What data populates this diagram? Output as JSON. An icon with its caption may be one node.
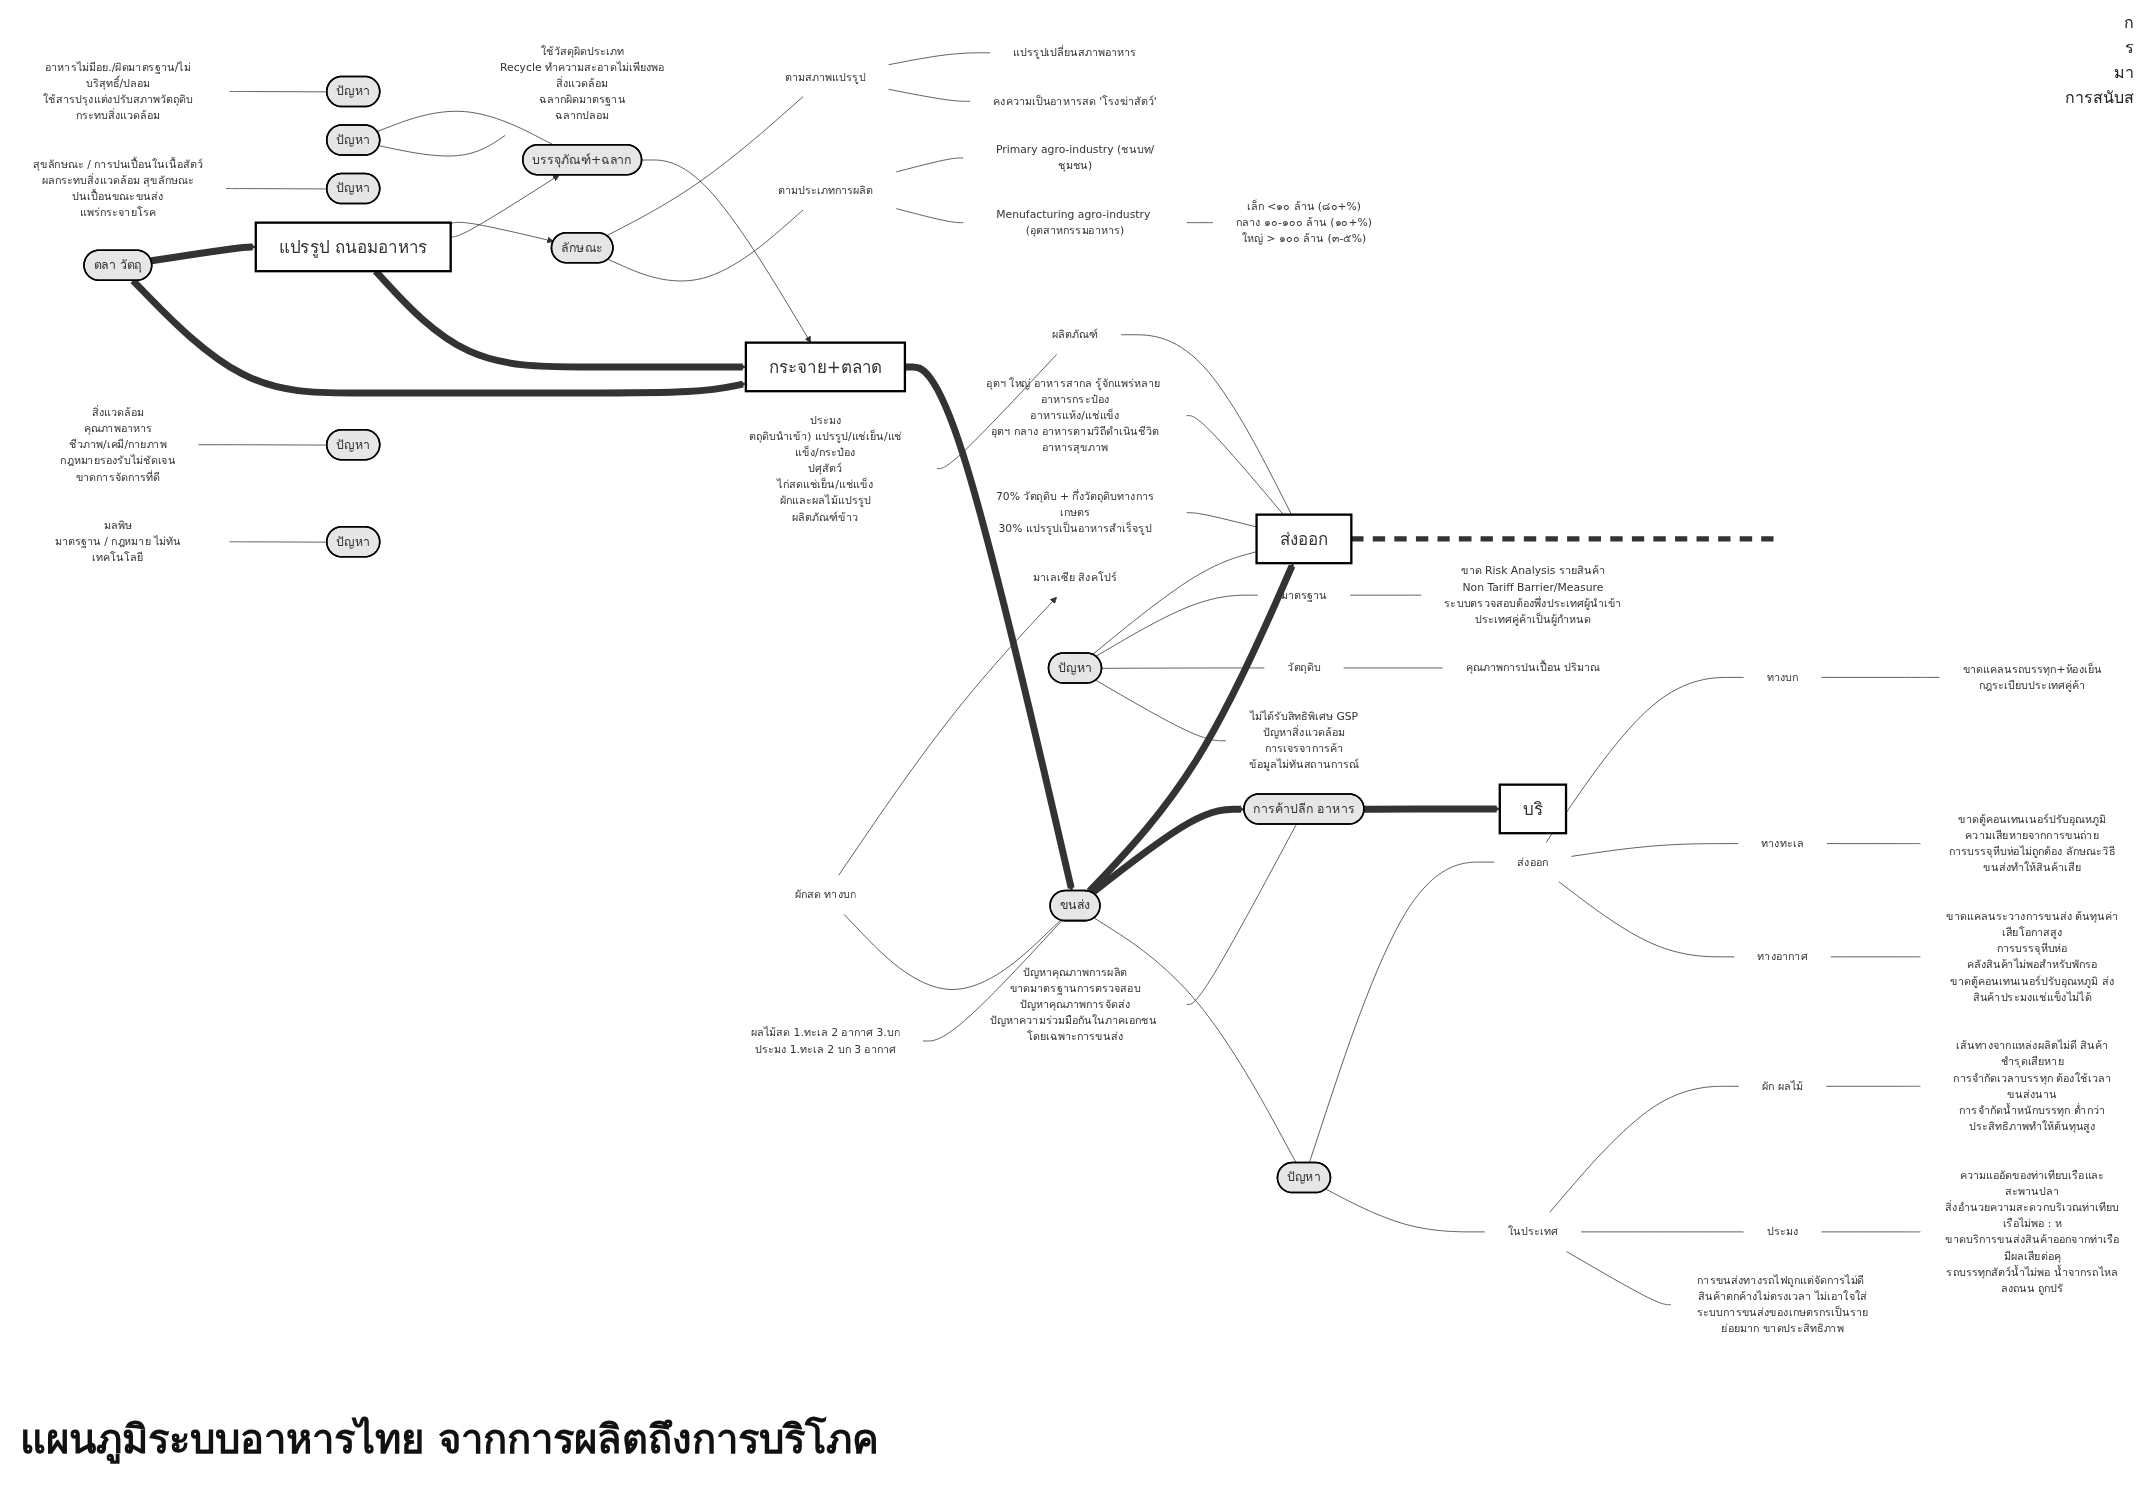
{
  "diagram": {
    "title": "แผนภูมิระบบอาหารไทย จากการผลิตถึงการบริโภค",
    "nodes": [
      {
        "text": [
          "แปรรูป ถนอมอาหาร"
        ]
      },
      {
        "text": [
          "ลักษณะ"
        ]
      },
      {
        "text": [
          "บรรจุภัณฑ์+ฉลาก"
        ]
      },
      {
        "text": [
          "ปัญหา"
        ]
      },
      {
        "text": [
          "ใช้วัสดุผิดประเภท",
          "Recycle ทำความสะอาดไม่เพียงพอ",
          "สิ่งแวดล้อม",
          "ฉลากผิดมาตรฐาน",
          "ฉลากปลอม"
        ]
      },
      {
        "text": [
          "ตลา วัตถุ"
        ]
      },
      {
        "text": [
          "กระจาย+ตลาด"
        ]
      },
      {
        "text": [
          "ขนส่ง"
        ]
      },
      {
        "text": [
          "ส่งออก"
        ]
      },
      {
        "text": [
          "การค้าปลีก อาหาร"
        ]
      },
      {
        "text": [
          "บริ"
        ]
      },
      {
        "text": [
          "ตามสภาพแปรรูป"
        ]
      },
      {
        "text": [
          "ตามประเภทการผลิต"
        ]
      },
      {
        "text": [
          "แปรรูปเปลี่ยนสภาพอาหาร"
        ]
      },
      {
        "text": [
          "คงความเป็นอาหารสด 'โรงฆ่าสัตว์'"
        ]
      },
      {
        "text": [
          "ปัญหา"
        ]
      },
      {
        "text": [
          "อาหารไม่มีอย./ผิดมาตรฐาน/ไม่บริสุทธิ์/ปลอม",
          "ใช้สารปรุงแต่งปรับสภาพวัตถุดิบ",
          "กระทบสิ่งแวดล้อม"
        ]
      },
      {
        "text": [
          "ปัญหา"
        ]
      },
      {
        "text": [
          "สุขลักษณะ / การปนเปื้อนในเนื้อสัตว์",
          "ผลกระทบสิ่งแวดล้อม สุขลักษณะ",
          "ปนเปื้อนขณะขนส่ง",
          "แพร่กระจายโรค"
        ]
      },
      {
        "text": [
          "Primary agro-industry (ชนบท/ชุมชน)"
        ]
      },
      {
        "text": [
          "Menufacturing agro-industry (อุตสาหกรรมอาหาร)"
        ]
      },
      {
        "text": [
          "ปัญหา"
        ]
      },
      {
        "text": [
          "สิ่งแวดล้อม",
          "คุณภาพอาหาร",
          "ชีวภาพ/เคมี/กายภาพ",
          "กฎหมายรองรับไม่ชัดเจน",
          "ขาดการจัดการที่ดี"
        ]
      },
      {
        "text": [
          "ปัญหา"
        ]
      },
      {
        "text": [
          "มลพิษ",
          "มาตรฐาน / กฎหมาย ไม่ทันเทคโนโลยี"
        ]
      },
      {
        "text": [
          "เล็ก <๑๐ ล้าน (๘๐+%)",
          "กลาง ๑๐-๑๐๐ ล้าน (๑๐+%)",
          "ใหญ่ > ๑๐๐ ล้าน (๓-๕%)"
        ]
      },
      {
        "text": [
          "อุตฯ ใหญ่ อาหารสากล รู้จักแพร่หลาย อาหารกระป๋อง",
          "อาหารแห้ง/แช่แข็ง",
          "อุตฯ กลาง อาหารตามวิถีดำเนินชีวิต",
          "อาหารสุขภาพ"
        ]
      },
      {
        "text": [
          "70% วัตถุดิบ + กึ่งวัตถุดิบทางการเกษตร",
          "30% แปรรูปเป็นอาหารสำเร็จรูป"
        ]
      },
      {
        "text": [
          "ผลิตภัณฑ์"
        ]
      },
      {
        "text": [
          "ประมง",
          "ตถุดิบนำเข้า) แปรรูป/แช่เย็น/แช่แข็ง/กระป๋อง",
          "ปศุสัตว์",
          "ไก่สดแช่เย็น/แช่แข็ง",
          "ผักและผลไม้แปรรูป",
          "ผลิตภัณฑ์ข้าว"
        ]
      },
      {
        "text": [
          "ปัญหา"
        ]
      },
      {
        "text": [
          "มาตรฐาน"
        ]
      },
      {
        "text": [
          "วัตถุดิบ"
        ]
      },
      {
        "text": [
          "ไม่ได้รับสิทธิพิเศษ GSP",
          "ปัญหาสิ่งแวดล้อม",
          "การเจรจาการค้า",
          "ข้อมูลไม่ทันสถานการณ์"
        ]
      },
      {
        "text": [
          "ขาด Risk Analysis รายสินค้า",
          "Non Tariff Barrier/Measure",
          "ระบบตรวจสอบต้องพึ่งประเทศผู้นำเข้า",
          "ประเทศคู่ค้าเป็นผู้กำหนด"
        ]
      },
      {
        "text": [
          "คุณภาพการปนเปื้อน ปริมาณ"
        ]
      },
      {
        "text": [
          "มาเลเซีย สิงคโปร์"
        ]
      },
      {
        "text": [
          "ผักสด ทางบก"
        ]
      },
      {
        "text": [
          "ผลไม้สด 1.ทะเล 2 อากาศ 3.บก",
          "ประมง 1.ทะเล 2 บก 3 อากาศ"
        ]
      },
      {
        "text": [
          "ปัญหา"
        ]
      },
      {
        "text": [
          "ส่งออก"
        ]
      },
      {
        "text": [
          "ในประเทศ"
        ]
      },
      {
        "text": [
          "ทางบก"
        ]
      },
      {
        "text": [
          "ทางทะเล"
        ]
      },
      {
        "text": [
          "ทางอากาศ"
        ]
      },
      {
        "text": [
          "ขาดแคลนรถบรรทุก+ห้องเย็น",
          "กฎระเบียบประเทศคู่ค้า"
        ]
      },
      {
        "text": [
          "ขาดตู้คอนเทนเนอร์ปรับอุณหภูมิ",
          "ความเสียหายจากการขนถ่าย",
          "การบรรจุหีบห่อไม่ถูกต้อง ลักษณะวิธีขนส่งทำให้สินค้าเสีย"
        ]
      },
      {
        "text": [
          "ขาดแคลนระวางการขนส่ง ต้นทุนค่าเสียโอกาสสูง",
          "การบรรจุหีบห่อ",
          "คลังสินค้าไม่พอสำหรับพักรอ",
          "ขาดตู้คอนเทนเนอร์ปรับอุณหภูมิ ส่งสินค้าประมงแช่แข็งไม่ได้"
        ]
      },
      {
        "text": [
          "ผัก ผลไม้"
        ]
      },
      {
        "text": [
          "ประมง"
        ]
      },
      {
        "text": [
          "การขนส่งทางรถไฟถูกแต่จัดการไม่ดี สินค้าตกค้างไม่ตรงเวลา ไม่เอาใจใส่",
          "ระบบการขนส่งของเกษตรกรเป็นรายย่อยมาก ขาดประสิทธิภาพ"
        ]
      },
      {
        "text": [
          "เส้นทางจากแหล่งผลิตไม่ดี สินค้าชำรุดเสียหาย",
          "การจำกัดเวลาบรรทุก ต้องใช้เวลาขนส่งนาน",
          "การจำกัดน้ำหนักบรรทุก ต่ำกว่าประสิทธิภาพทำให้ต้นทุนสูง"
        ]
      },
      {
        "text": [
          "ความแออัดของท่าเทียบเรือและสะพานปลา",
          "สิ่งอำนวยความสะดวกบริเวณท่าเทียบเรือไม่พอ : ห",
          "ขาดบริการขนส่งสินค้าออกจากท่าเรือมีผลเสียต่อคุ",
          "รถบรรทุกสัตว์น้ำไม่พอ น้ำจากรถไหลลงถนน ถูกปรั"
        ]
      },
      {
        "text": [
          "ปัญหาคุณภาพการผลิต",
          "ขาดมาตรฐานการตรวจสอบ",
          "ปัญหาคุณภาพการจัดส่ง",
          "ปัญหาความร่วมมือกันในภาคเอกชน โดยเฉพาะการขนส่ง"
        ]
      }
    ],
    "edges": [
      {
        "from": 0,
        "to": 1,
        "arrow": "to"
      },
      {
        "from": 0,
        "to": 2,
        "arrow": "to"
      },
      {
        "from": 2,
        "to": 6,
        "arrow": "to"
      },
      {
        "from": 0,
        "to": 6,
        "arrow": "to",
        "style": "thick"
      },
      {
        "from": 5,
        "to": 0,
        "arrow": "to",
        "style": "thick"
      },
      {
        "from": 5,
        "to": 6,
        "arrow": "to",
        "style": "thick"
      },
      {
        "from": 6,
        "to": 7,
        "arrow": "to",
        "style": "thick"
      },
      {
        "from": 7,
        "to": 8,
        "arrow": "to",
        "style": "thick"
      },
      {
        "from": 7,
        "to": 9,
        "arrow": "to",
        "style": "thick"
      },
      {
        "from": 9,
        "to": 10,
        "arrow": "to",
        "style": "thick"
      },
      {
        "from": null,
        "to": 8,
        "arrow": "none",
        "style": "dashed"
      },
      {
        "from": 3,
        "to": 2,
        "arrow": "none"
      },
      {
        "from": 3,
        "to": 4,
        "arrow": "none"
      },
      {
        "from": 1,
        "to": 11,
        "arrow": "none"
      },
      {
        "from": 1,
        "to": 12,
        "arrow": "none"
      },
      {
        "from": 11,
        "to": 13,
        "arrow": "none"
      },
      {
        "from": 11,
        "to": 14,
        "arrow": "none"
      },
      {
        "from": 16,
        "to": 15,
        "arrow": "none"
      },
      {
        "from": 18,
        "to": 17,
        "arrow": "none"
      },
      {
        "from": 12,
        "to": 19,
        "arrow": "none"
      },
      {
        "from": 12,
        "to": 20,
        "arrow": "none"
      },
      {
        "from": 22,
        "to": 21,
        "arrow": "none"
      },
      {
        "from": 24,
        "to": 23,
        "arrow": "none"
      },
      {
        "from": 20,
        "to": 25,
        "arrow": "none"
      },
      {
        "from": 26,
        "to": 8,
        "arrow": "none"
      },
      {
        "from": 27,
        "to": 8,
        "arrow": "none"
      },
      {
        "from": 28,
        "to": 8,
        "arrow": "none"
      },
      {
        "from": 29,
        "to": 28,
        "arrow": "none"
      },
      {
        "from": 30,
        "to": 8,
        "arrow": "none"
      },
      {
        "from": 30,
        "to": 31,
        "arrow": "none"
      },
      {
        "from": 30,
        "to": 32,
        "arrow": "none"
      },
      {
        "from": 30,
        "to": 33,
        "arrow": "none"
      },
      {
        "from": 31,
        "to": 34,
        "arrow": "none"
      },
      {
        "from": 32,
        "to": 35,
        "arrow": "none"
      },
      {
        "from": 37,
        "to": 36,
        "arrow": "to"
      },
      {
        "from": 37,
        "to": 7,
        "arrow": "none"
      },
      {
        "from": 38,
        "to": 7,
        "arrow": "none"
      },
      {
        "from": 7,
        "to": 39,
        "arrow": "none"
      },
      {
        "from": 39,
        "to": 40,
        "arrow": "none"
      },
      {
        "from": 39,
        "to": 41,
        "arrow": "none"
      },
      {
        "from": 40,
        "to": 42,
        "arrow": "none"
      },
      {
        "from": 40,
        "to": 43,
        "arrow": "none"
      },
      {
        "from": 40,
        "to": 44,
        "arrow": "none"
      },
      {
        "from": 42,
        "to": 45,
        "arrow": "none"
      },
      {
        "from": 43,
        "to": 46,
        "arrow": "none"
      },
      {
        "from": 44,
        "to": 47,
        "arrow": "none"
      },
      {
        "from": 41,
        "to": 48,
        "arrow": "none"
      },
      {
        "from": 41,
        "to": 49,
        "arrow": "none"
      },
      {
        "from": 41,
        "to": 50,
        "arrow": "none"
      },
      {
        "from": 48,
        "to": 51,
        "arrow": "none"
      },
      {
        "from": 49,
        "to": 52,
        "arrow": "none"
      },
      {
        "from": 53,
        "to": 9,
        "arrow": "none"
      }
    ],
    "labels": [
      "ก",
      "ร",
      "มา",
      "การสนับส"
    ]
  }
}
